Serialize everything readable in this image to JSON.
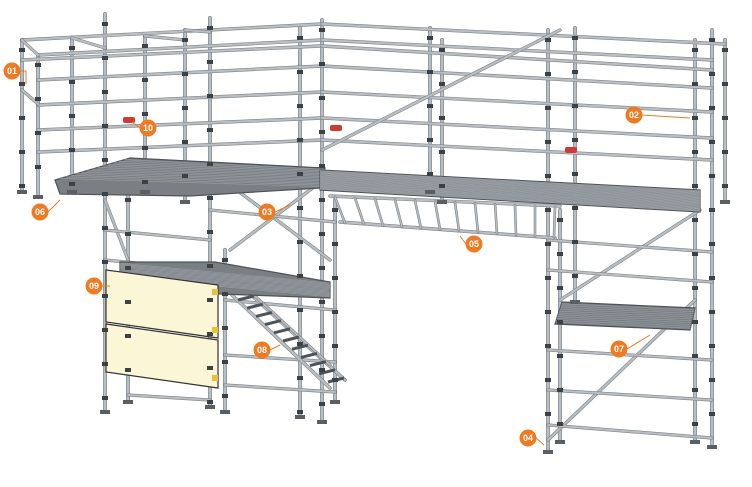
{
  "colors": {
    "callout": "#ee7a22",
    "tube": "#b9bec3",
    "tube_dark": "#7d8389",
    "deck": "#7a7f84",
    "deck_dark": "#4e5358",
    "panel": "#fbf7d6",
    "clamp": "#cf3a34"
  },
  "callouts": [
    {
      "id": "c01",
      "label": "01"
    },
    {
      "id": "c02",
      "label": "02"
    },
    {
      "id": "c03",
      "label": "03"
    },
    {
      "id": "c04",
      "label": "04"
    },
    {
      "id": "c05",
      "label": "05"
    },
    {
      "id": "c06",
      "label": "06"
    },
    {
      "id": "c07",
      "label": "07"
    },
    {
      "id": "c08",
      "label": "08"
    },
    {
      "id": "c09",
      "label": "09"
    },
    {
      "id": "c10",
      "label": "10"
    }
  ]
}
